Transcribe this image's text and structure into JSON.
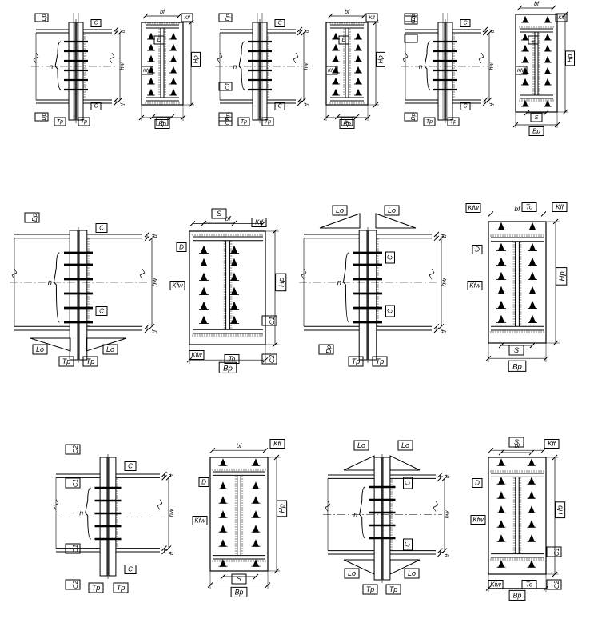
{
  "colors": {
    "ink": "#000000",
    "paper": "#ffffff"
  },
  "labels": {
    "Dp": "Dp",
    "C": "C",
    "C1": "C1",
    "C2": "C2",
    "Tp": "Tp",
    "tf": "tf",
    "hw": "hw",
    "n": "n",
    "bf": "bf",
    "Kff": "Kff",
    "Kfw": "Kfw",
    "D": "D",
    "Hp": "Hp",
    "S": "S",
    "Bp": "Bp",
    "Lo": "Lo",
    "To": "To"
  },
  "sheet": {
    "description_icon": "steel-beam-splice-end-plate-connection-drawings",
    "groups": [
      {
        "id": "row1-a",
        "variant": "plain"
      },
      {
        "id": "row1-b",
        "variant": "plain-C1-C2"
      },
      {
        "id": "row1-c",
        "variant": "plain-C2-C3"
      },
      {
        "id": "row2-a",
        "variant": "bottom-haunch"
      },
      {
        "id": "row2-b",
        "variant": "top-haunch"
      },
      {
        "id": "row3-a",
        "variant": "extended-plate"
      },
      {
        "id": "row3-b",
        "variant": "double-haunch"
      }
    ]
  }
}
